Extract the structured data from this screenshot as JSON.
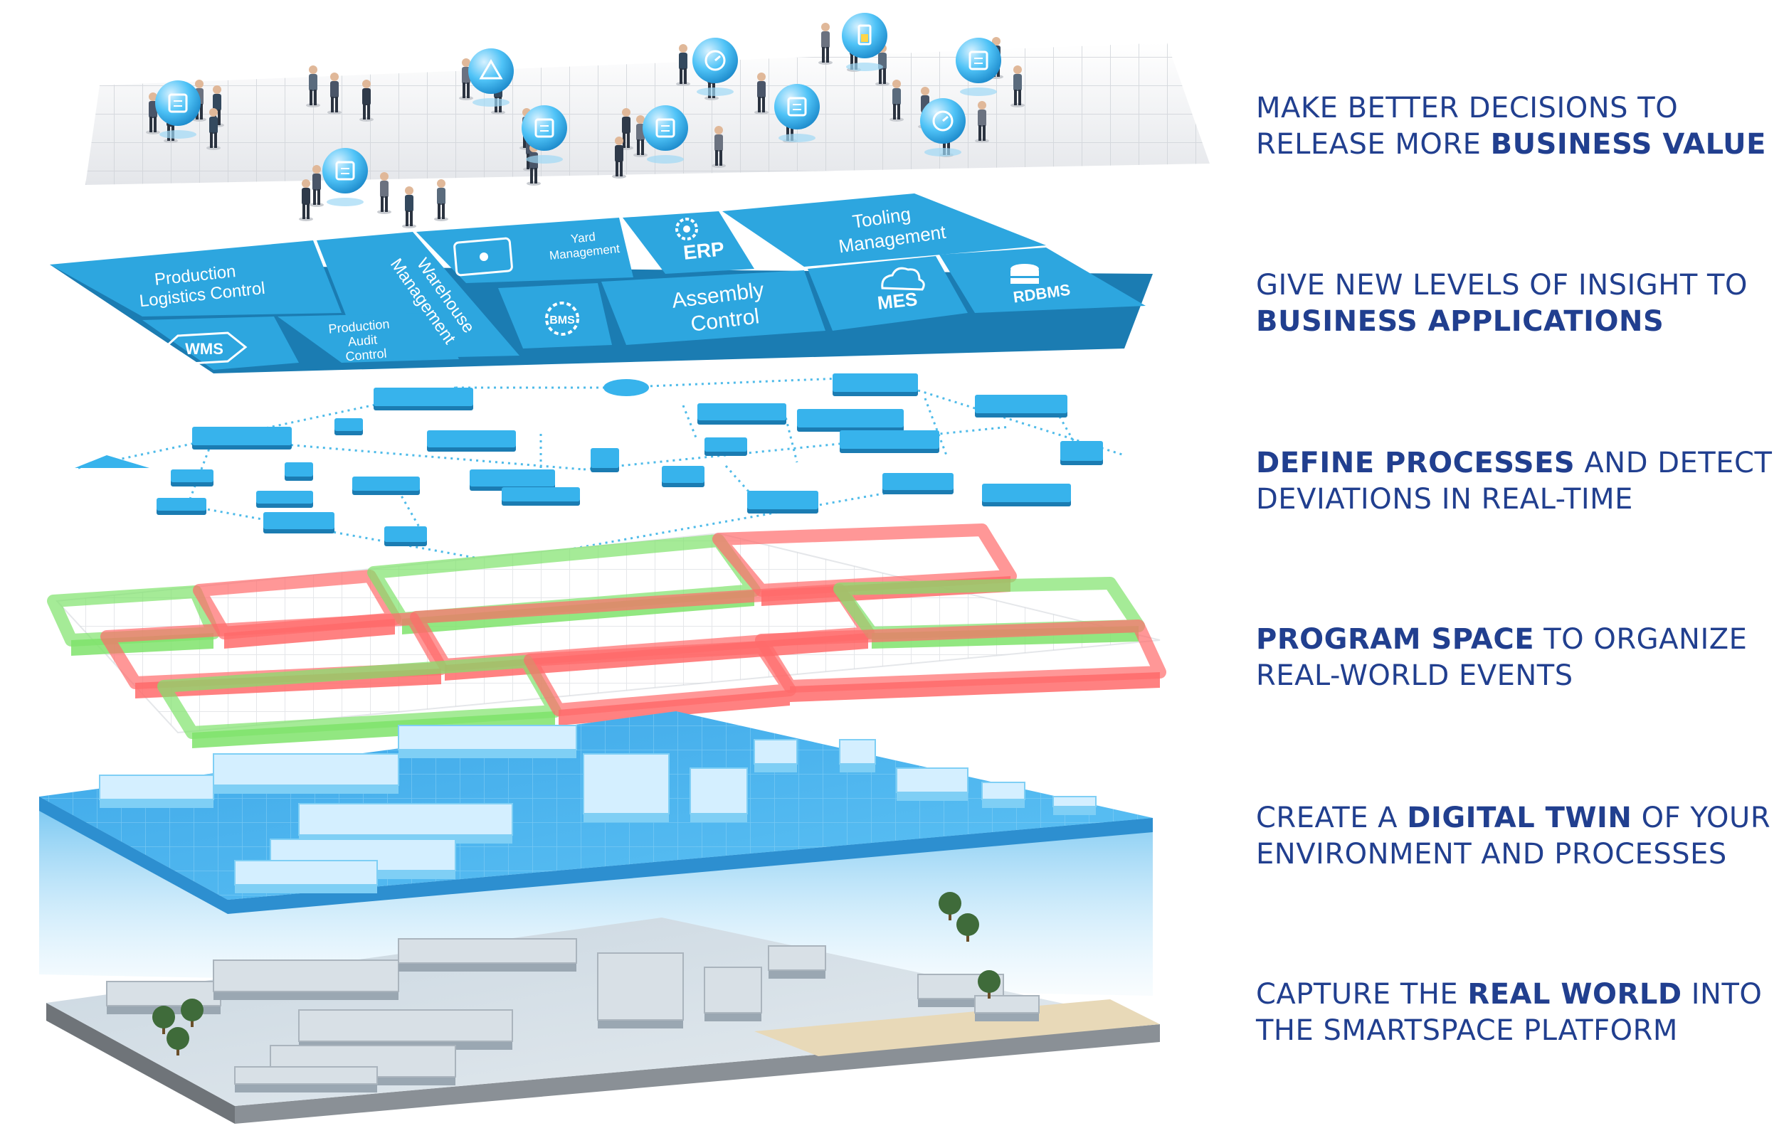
{
  "layers": [
    {
      "id": "business-value",
      "parts": [
        [
          {
            "t": "MAKE BETTER DECISIONS TO",
            "b": false
          }
        ],
        [
          {
            "t": "RELEASE MORE ",
            "b": false
          },
          {
            "t": "BUSINESS VALUE",
            "b": true
          }
        ]
      ]
    },
    {
      "id": "business-applications",
      "parts": [
        [
          {
            "t": "GIVE NEW LEVELS OF INSIGHT TO",
            "b": false
          }
        ],
        [
          {
            "t": "BUSINESS APPLICATIONS",
            "b": true
          }
        ]
      ]
    },
    {
      "id": "processes",
      "parts": [
        [
          {
            "t": "DEFINE PROCESSES",
            "b": true
          },
          {
            "t": " AND DETECT",
            "b": false
          }
        ],
        [
          {
            "t": "DEVIATIONS IN REAL-TIME",
            "b": false
          }
        ]
      ]
    },
    {
      "id": "program-space",
      "parts": [
        [
          {
            "t": "PROGRAM SPACE",
            "b": true
          },
          {
            "t": " TO ORGANIZE",
            "b": false
          }
        ],
        [
          {
            "t": "REAL-WORLD EVENTS",
            "b": false
          }
        ]
      ]
    },
    {
      "id": "digital-twin",
      "parts": [
        [
          {
            "t": "CREATE A ",
            "b": false
          },
          {
            "t": "DIGITAL TWIN",
            "b": true
          },
          {
            "t": " OF YOUR",
            "b": false
          }
        ],
        [
          {
            "t": "ENVIRONMENT AND PROCESSES",
            "b": false
          }
        ]
      ]
    },
    {
      "id": "real-world",
      "parts": [
        [
          {
            "t": "CAPTURE THE ",
            "b": false
          },
          {
            "t": "REAL WORLD",
            "b": true
          },
          {
            "t": " INTO",
            "b": false
          }
        ],
        [
          {
            "t": "THE SMARTSPACE PLATFORM",
            "b": false
          }
        ]
      ]
    }
  ],
  "apps": {
    "production_logistics": [
      "Production",
      "Logistics Control"
    ],
    "warehouse": [
      "Warehouse",
      "Management"
    ],
    "yard": [
      "Yard",
      "Management"
    ],
    "erp": "ERP",
    "tooling": [
      "Tooling",
      "Management"
    ],
    "wms": "WMS",
    "production_audit": [
      "Production",
      "Audit",
      "Control"
    ],
    "bms": "BMS",
    "assembly": [
      "Assembly",
      "Control"
    ],
    "mes": "MES",
    "rdbms": "RDBMS"
  },
  "colors": {
    "caption": "#213f8f",
    "tile": "#2da6df",
    "tile_side": "#1b7cb2",
    "zone_green": "#7fe36b",
    "zone_red": "#ff6b6b"
  },
  "icons": [
    "people-icon",
    "chat-bubble-icon",
    "alert-icon",
    "gauge-icon",
    "battery-icon",
    "calendar-icon",
    "clipboard-icon",
    "meeting-icon",
    "clock-icon",
    "tools-icon",
    "robot-icon"
  ]
}
